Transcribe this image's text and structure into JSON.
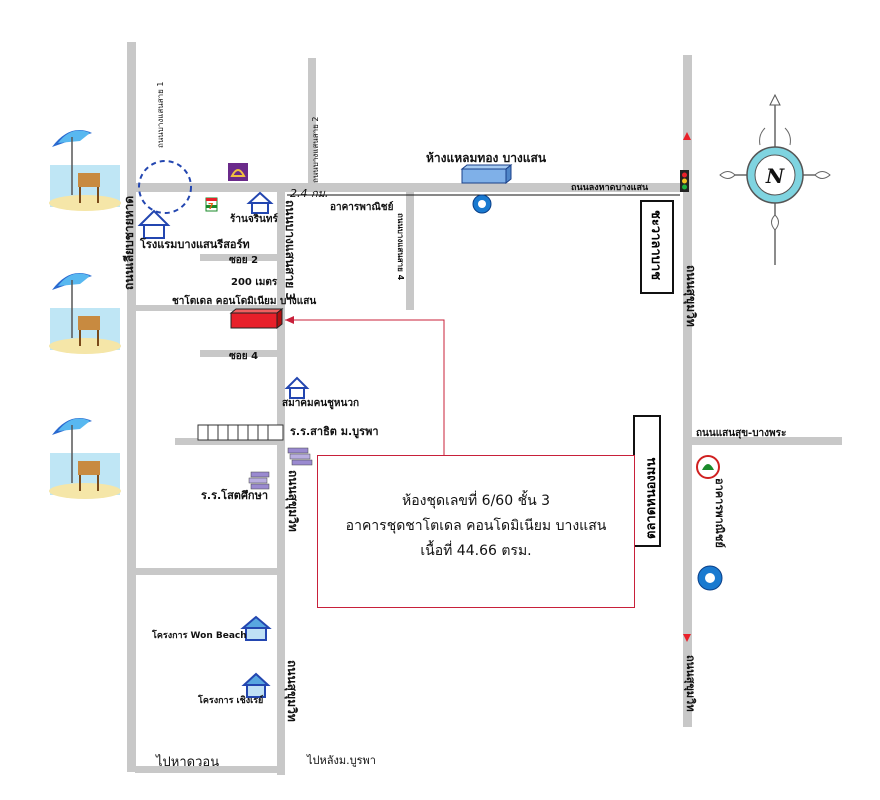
{
  "roads": {
    "left_road": "ถนนเลียบชายหาด",
    "bangsaen_sai1": "ถนนบางแสนสาย 1",
    "bangsaen_sai2": "ถนนบางแสนสาย 2",
    "bangsaen_sai4": "ถนนบางแสนสาย 4",
    "long_hard": "ถนนลงหาดบางแสน",
    "bangsaen_sai3_top": "ถนนบางแสนสาย 3",
    "sukhumvit_right": "ถนนสุขุมวิท",
    "sukhumvit_right_bottom": "ถนนสุขุมวิท",
    "saensuk_bangphra": "ถนนแสนสุข-บางพระ",
    "sukhumvit_mid": "ถนนสุขุมวิท",
    "sukhumvit_bottom": "ถนนสุขุมวิท",
    "soi2": "ซอย 2",
    "soi4": "ซอย 4"
  },
  "labels": {
    "distance": "2.4 กม.",
    "meters200": "200 เมตร",
    "hotel": "โรงแรมบางแสนรีสอร์ท",
    "shop": "ร้านจรินทร์",
    "commercial_building": "อาคารพาณิชย์",
    "mall": "ห้างแหลมทอง บางแสน",
    "condo": "ชาโตเดล คอนโดมิเนียม บางแสน",
    "association": "สมาคมคนชูหนวก",
    "sathit_school": "ร.ร.สาธิต ม.บูรพา",
    "sot_school": "ร.ร.โสตศึกษา",
    "won_beach": "โครงการ Won Beach",
    "choengrae": "โครงการ เชิงเรย์",
    "to_hard_wonnapha": "ไปหาดวอน",
    "to_burapha": "ไปหลังม.บูรพา",
    "market": "ตลาดหนองมน",
    "bang_saen_box": "ชะวาลาบาช",
    "commercial_right": "อาคารพาณิชย์"
  },
  "info_box": {
    "line1": "ห้องชุดเลขที่ 6/60 ชั้น 3",
    "line2": "อาคารชุดชาโตเดล คอนโดมิเนียม บางแสน",
    "line3": "เนื้อที่ 44.66 ตรม."
  },
  "compass": {
    "letter": "N"
  },
  "colors": {
    "road": "#c8c8c8",
    "marker": "#e8202a",
    "pointer_line": "#c8203a",
    "mall": "#7fb0e8",
    "compass_ring": "#7fd4e0"
  }
}
